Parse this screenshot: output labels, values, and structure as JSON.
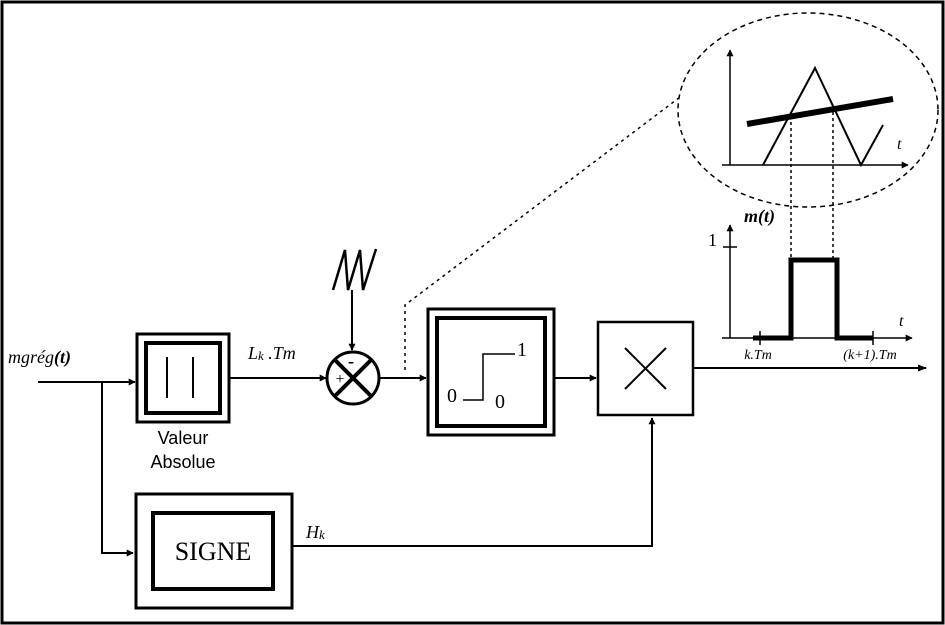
{
  "input_signal": {
    "name": "mgrég",
    "arg": "(t)"
  },
  "blocks": {
    "abs_value": {
      "caption_line1": "Valeur",
      "caption_line2": "Absolue"
    },
    "sign": {
      "label": "SIGNE"
    },
    "comparator": {
      "high": "1",
      "low_left": "0",
      "low_right": "0"
    },
    "summing_junction": {
      "minus": "-",
      "plus": "+"
    }
  },
  "signals": {
    "lk": {
      "main": "L",
      "sub": "k",
      "rest": " .Tm"
    },
    "hk": {
      "main": "H",
      "sub": "k"
    }
  },
  "inset_plot": {
    "t_axis": "t"
  },
  "output_plot": {
    "ylabel": "m(t)",
    "y_tick": "1",
    "t_axis": "t",
    "x_tick_left": "k.Tm",
    "x_tick_right": "(k+1).Tm"
  }
}
